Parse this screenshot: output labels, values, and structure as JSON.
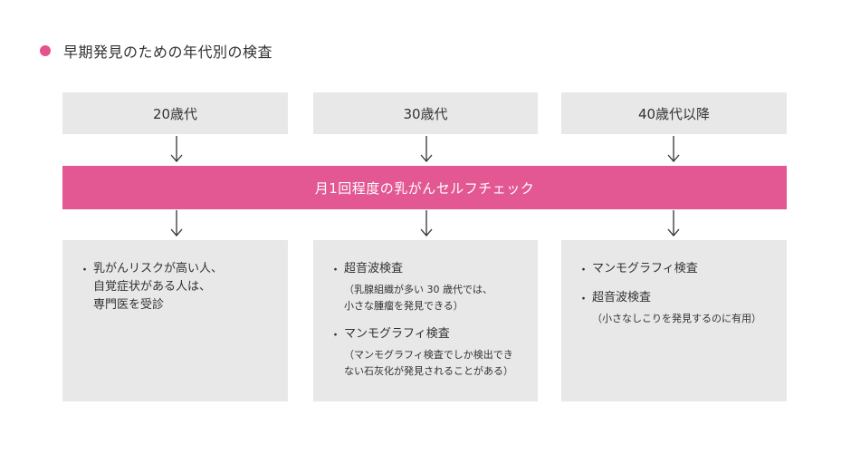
{
  "title": "早期発見のための年代別の検査",
  "colors": {
    "accent": "#e35792",
    "box": "#e8e8e8",
    "text": "#333333"
  },
  "columns": [
    {
      "age_label": "20歳代",
      "items": [
        {
          "bullet": "・",
          "title": "乳がんリスクが高い人、\n自覚症状がある人は、\n専門医を受診",
          "note": ""
        }
      ]
    },
    {
      "age_label": "30歳代",
      "items": [
        {
          "bullet": "・",
          "title": "超音波検査",
          "note": "（乳腺組織が多い 30 歳代では、\n小さな腫瘤を発見できる）"
        },
        {
          "bullet": "・",
          "title": "マンモグラフィ検査",
          "note": "（マンモグラフィ検査でしか検出でき\nない石灰化が発見されることがある）"
        }
      ]
    },
    {
      "age_label": "40歳代以降",
      "items": [
        {
          "bullet": "・",
          "title": "マンモグラフィ検査",
          "note": ""
        },
        {
          "bullet": "・",
          "title": "超音波検査",
          "note": "（小さなしこりを発見するのに有用）"
        }
      ]
    }
  ],
  "banner": "月1回程度の乳がんセルフチェック"
}
